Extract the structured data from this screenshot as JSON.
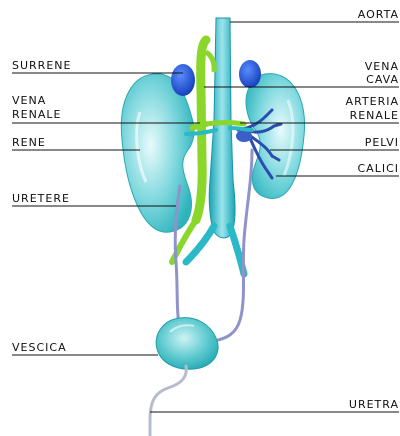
{
  "labels": {
    "aorta": "AORTA",
    "surrene": "SURRENE",
    "vena_cava_1": "VENA",
    "vena_cava_2": "CAVA",
    "vena_renale_1": "VENA",
    "vena_renale_2": "RENALE",
    "arteria_renale_1": "ARTERIA",
    "arteria_renale_2": "RENALE",
    "rene": "RENE",
    "pelvi": "PELVI",
    "calici": "CALICI",
    "uretere": "URETERE",
    "vescica": "VESCICA",
    "uretra": "URETRA"
  },
  "colors": {
    "kidney": "#3fc0c8",
    "kidney_light": "#bdf0f2",
    "adrenal": "#1a55d8",
    "aorta": "#2ab9c6",
    "vena_cava": "#8bd62a",
    "ureter": "#8f93c9",
    "bladder": "#34b9c0",
    "urethra": "#b7bbd0",
    "calyx": "#2c4db0",
    "leader": "#111111"
  }
}
